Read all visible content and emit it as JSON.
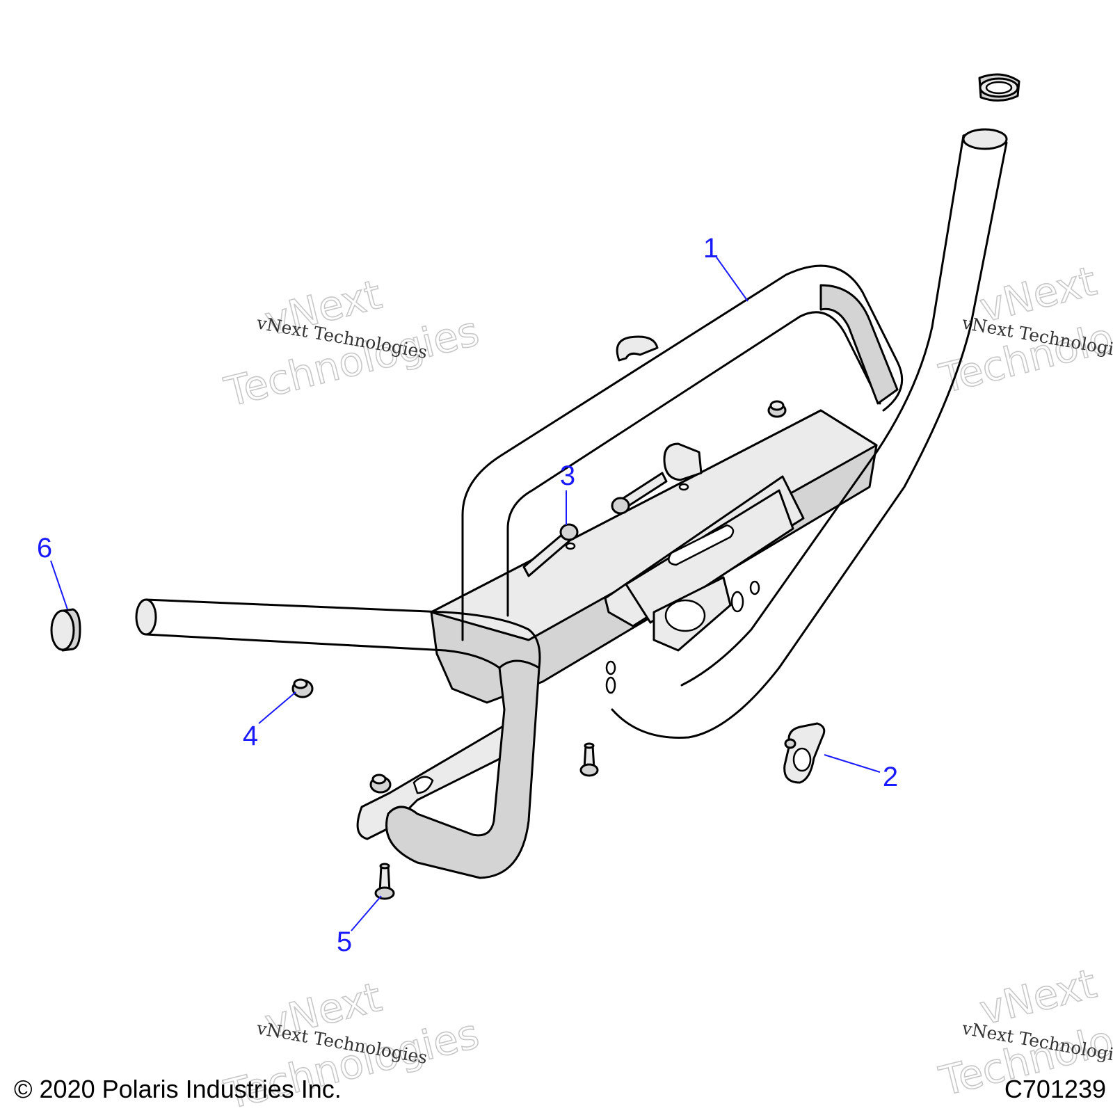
{
  "diagram": {
    "callouts": [
      {
        "id": "1",
        "label": "1"
      },
      {
        "id": "2",
        "label": "2"
      },
      {
        "id": "3",
        "label": "3"
      },
      {
        "id": "4",
        "label": "4"
      },
      {
        "id": "5",
        "label": "5"
      },
      {
        "id": "6",
        "label": "6"
      }
    ],
    "watermark": {
      "line": "vNext Technologies",
      "big_top": "vNext",
      "big_bottom": "Technologies"
    },
    "copyright": "© 2020 Polaris Industries Inc.",
    "figure_code": "C701239",
    "colors": {
      "callout": "#1a1aff",
      "part_fill": "#d4d4d4",
      "outline": "#000000"
    }
  }
}
